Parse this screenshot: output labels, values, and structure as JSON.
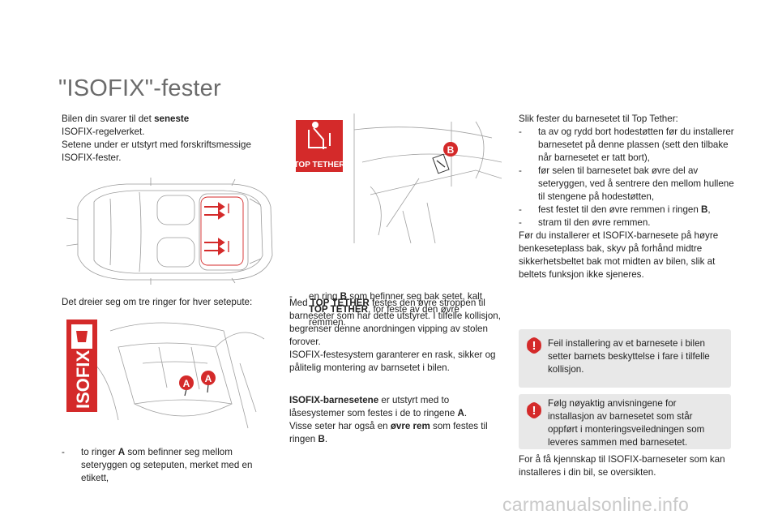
{
  "title": "\"ISOFIX\"-fester",
  "intro": {
    "l1_pre": "Bilen din svarer til det ",
    "l1_bold": "seneste",
    "l2": "ISOFIX-regelverket.",
    "l3": "Setene under er utstyrt med forskriftsmessige",
    "l4": "ISOFIX-fester."
  },
  "rings_intro": "Det dreier seg om tre ringer for hver setepute:",
  "bullet_a": {
    "dash": "-",
    "pre": "to ringer ",
    "bold": "A",
    "post": " som befinner seg mellom seteryggen og seteputen, merket med en etikett,"
  },
  "bullet_b": {
    "dash": "-",
    "pre": "en ring ",
    "bold": "B",
    "mid": " som befinner seg bak setet, kalt ",
    "bold2": "TOP TETHER",
    "post": ", for feste av den øvre remmen."
  },
  "top_tether_para": {
    "pre": "Med ",
    "bold": "TOP TETHER",
    "post": " festes den øvre stroppen til barneseter som har dette utstyret. I tilfelle kollisjon, begrenser denne anordningen vipping av stolen forover.",
    "l2": "ISOFIX-festesystem garanterer en rask, sikker og pålitelig montering av barnsetet i bilen."
  },
  "isofix_seats": {
    "bold": "ISOFIX-barnesetene",
    "p1": " er utstyrt med to låsesystemer som festes i de to ringene ",
    "a": "A",
    "p2": ".",
    "l2_pre": "Visse seter har også en ",
    "l2_bold": "øvre rem",
    "l2_mid": " som festes til ringen ",
    "l2_b": "B",
    "l2_end": "."
  },
  "right_col": {
    "heading": "Slik fester du barnesetet til Top Tether:",
    "steps": [
      "ta av og rydd bort hodestøtten før du installerer barnesetet på denne plassen (sett den tilbake når barnesetet er tatt bort),",
      "før selen til barnesetet bak øvre del av seteryggen, ved å sentrere den mellom hullene til stengene på hodestøtten,",
      "fest festet til den øvre remmen i ringen ",
      "stram til den øvre remmen."
    ],
    "step3_bold": "B",
    "step3_end": ",",
    "dash": "-",
    "para": "Før du installerer et ISOFIX-barnesete på høyre benkeseteplass bak, skyv på forhånd midtre sikkerhetsbeltet bak mot midten av bilen, slik at beltets funksjon ikke sjeneres."
  },
  "warnings": [
    "Feil installering av et barnesete i bilen setter barnets beskyttelse i fare i tilfelle kollisjon.",
    "Følg nøyaktig anvisningene for installasjon av barnesetet som står oppført i monteringsveiledningen som leveres sammen med barnesetet."
  ],
  "footer_para": "For å få kjennskap til ISOFIX-barneseter som kan installeres i din bil, se oversikten.",
  "labels": {
    "top_tether": "TOP TETHER",
    "isofix": "ISOFIX",
    "ring_a": "A",
    "ring_b": "B",
    "warn_mark": "!"
  },
  "watermark": "carmanualsonline.info",
  "colors": {
    "accent_red": "#d42a2a",
    "grey_box": "#e8e8e8",
    "title_grey": "#6b6b6b"
  }
}
